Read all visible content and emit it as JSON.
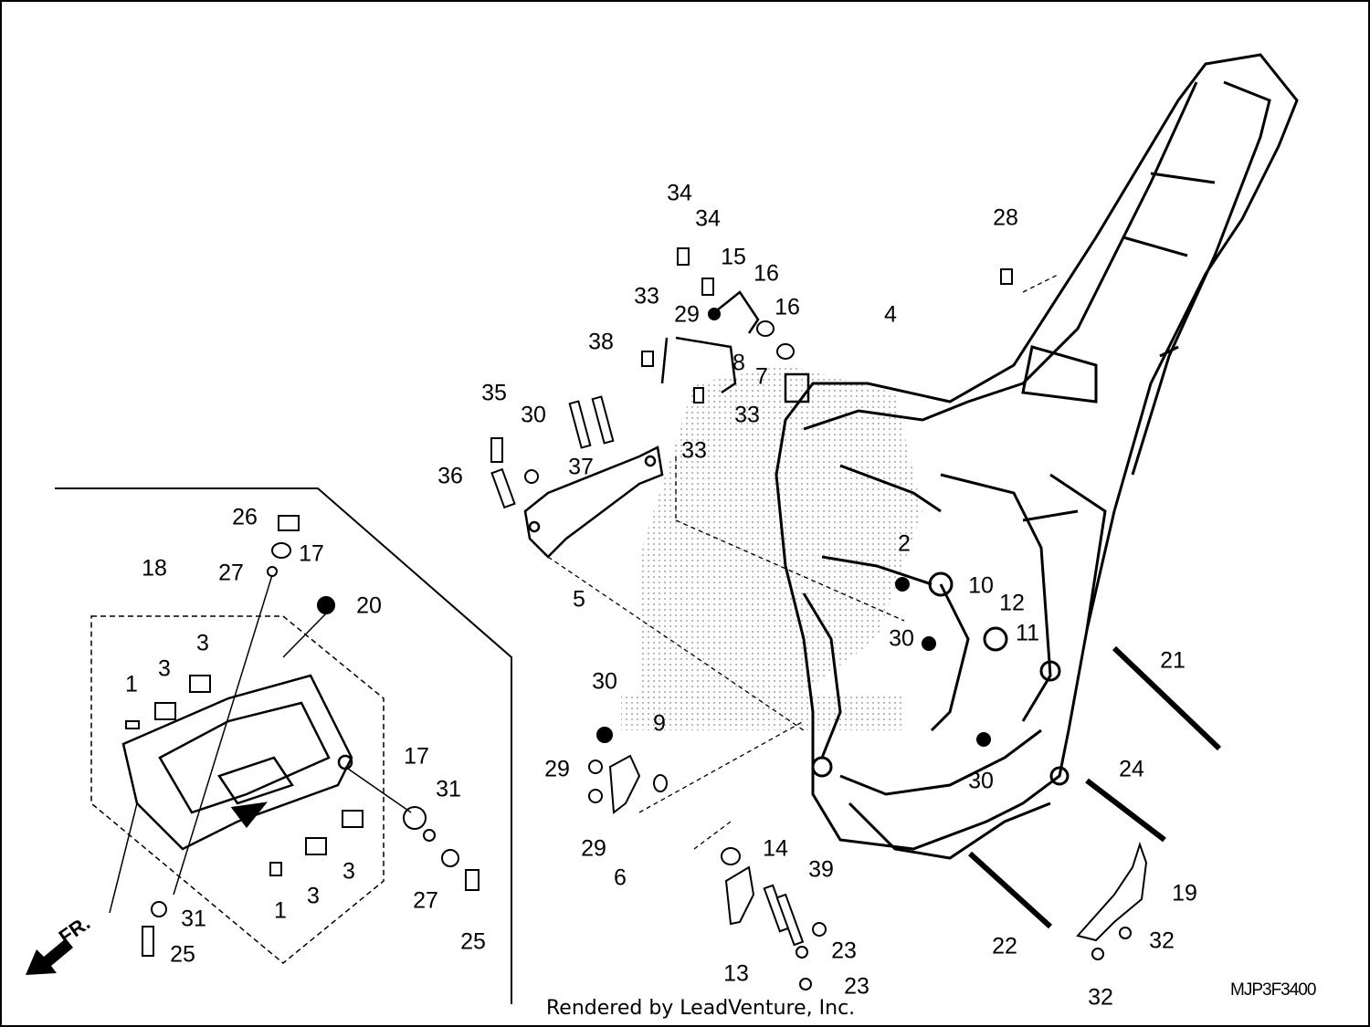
{
  "callouts": {
    "c1a": "1",
    "c1b": "1",
    "c2": "2",
    "c3a": "3",
    "c3b": "3",
    "c3c": "3",
    "c3d": "3",
    "c4": "4",
    "c5": "5",
    "c6": "6",
    "c7": "7",
    "c8": "8",
    "c9": "9",
    "c10": "10",
    "c11": "11",
    "c12": "12",
    "c13": "13",
    "c14": "14",
    "c15": "15",
    "c16a": "16",
    "c16b": "16",
    "c17a": "17",
    "c17b": "17",
    "c18": "18",
    "c19": "19",
    "c20": "20",
    "c21": "21",
    "c22": "22",
    "c23a": "23",
    "c23b": "23",
    "c24": "24",
    "c25a": "25",
    "c25b": "25",
    "c26": "26",
    "c27a": "27",
    "c27b": "27",
    "c28": "28",
    "c29a": "29",
    "c29b": "29",
    "c29c": "29",
    "c30a": "30",
    "c30b": "30",
    "c30c": "30",
    "c30d": "30",
    "c31a": "31",
    "c31b": "31",
    "c32a": "32",
    "c32b": "32",
    "c33a": "33",
    "c33b": "33",
    "c33c": "33",
    "c34a": "34",
    "c34b": "34",
    "c35": "35",
    "c36": "36",
    "c37": "37",
    "c38": "38",
    "c39": "39"
  },
  "direction_marker": "FR.",
  "diagram_code": "MJP3F3400",
  "credit": "Rendered by LeadVenture, Inc."
}
